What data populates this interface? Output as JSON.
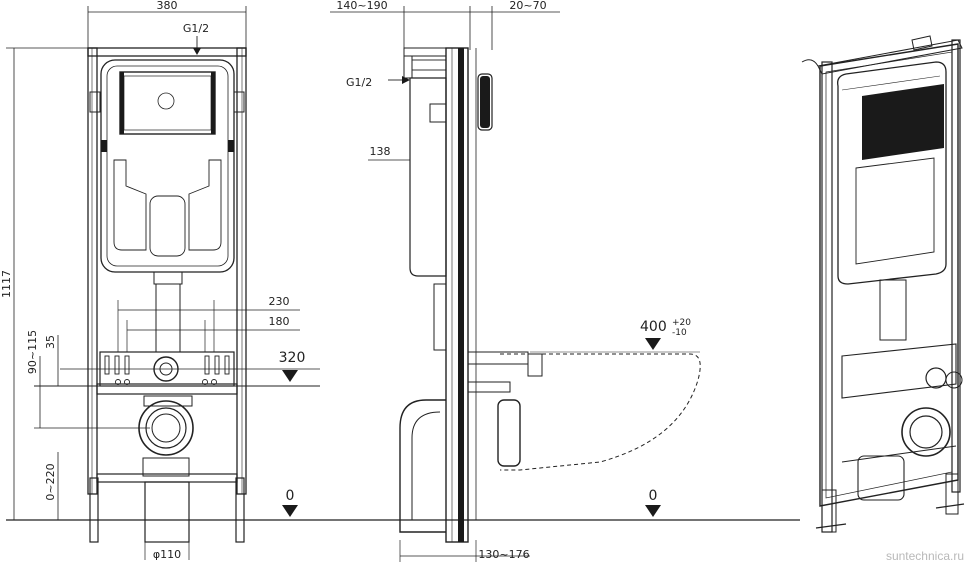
{
  "front_view": {
    "width_label": "380",
    "inlet_label": "G1/2",
    "height_label": "1117",
    "span_outer_label": "230",
    "span_inner_label": "180",
    "offset_label": "35",
    "adjust_label": "90~115",
    "floor_adjust_label": "0~220",
    "level_320_label": "320",
    "level_0_label": "0",
    "pipe_label": "φ110"
  },
  "side_view": {
    "depth_label": "140~190",
    "wall_label": "20~70",
    "inlet_label": "G1/2",
    "tank_label": "138",
    "bowl_label": "400",
    "bowl_tol_plus": "+20",
    "bowl_tol_minus": "-10",
    "level_0_label": "0",
    "base_label": "130~176"
  },
  "watermark": "suntechnica.ru",
  "colors": {
    "line": "#222222",
    "fill": "#1a1a1a",
    "watermark": "#b9b9b9"
  }
}
